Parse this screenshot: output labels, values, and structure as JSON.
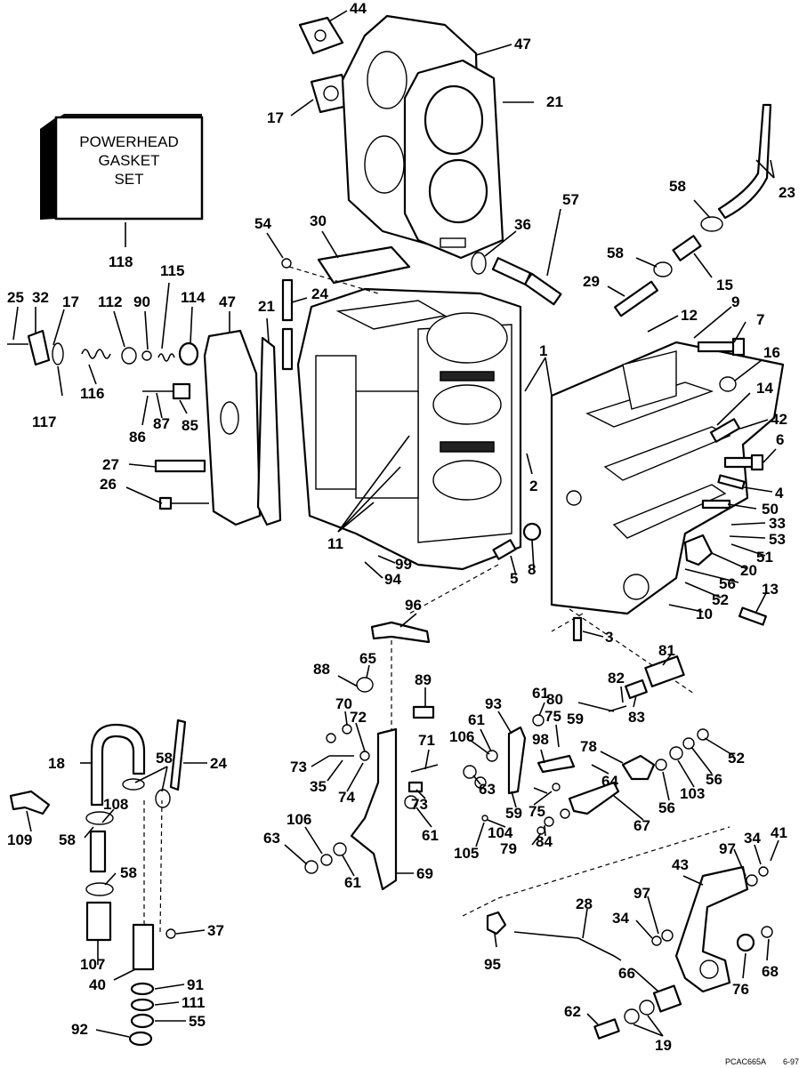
{
  "gasket_box": {
    "line1": "POWERHEAD",
    "line2": "GASKET",
    "line3": "SET"
  },
  "labels": {
    "l44": "44",
    "l47a": "47",
    "l21a": "21",
    "l17a": "17",
    "l23": "23",
    "l58a": "58",
    "l57": "57",
    "l36": "36",
    "l30": "30",
    "l54": "54",
    "l118": "118",
    "l58b": "58",
    "l15": "15",
    "l29": "29",
    "l115": "115",
    "l25": "25",
    "l32": "32",
    "l17b": "17",
    "l112": "112",
    "l90": "90",
    "l114": "114",
    "l47b": "47",
    "l21b": "21",
    "l24a": "24",
    "l12": "12",
    "l9": "9",
    "l7": "7",
    "l1": "1",
    "l116": "116",
    "l117": "117",
    "l16": "16",
    "l14": "14",
    "l86": "86",
    "l87": "87",
    "l85": "85",
    "l42": "42",
    "l6": "6",
    "l27": "27",
    "l2": "2",
    "l26": "26",
    "l4": "4",
    "l50": "50",
    "l33": "33",
    "l53": "53",
    "l11": "11",
    "l99": "99",
    "l51": "51",
    "l8": "8",
    "l94": "94",
    "l20": "20",
    "l5": "5",
    "l56a": "56",
    "l52a": "52",
    "l13": "13",
    "l10": "10",
    "l96": "96",
    "l3": "3",
    "l81": "81",
    "l88": "88",
    "l65": "65",
    "l82": "82",
    "l89": "89",
    "l61a": "61",
    "l80": "80",
    "l83": "83",
    "l70": "70",
    "l93": "93",
    "l75a": "75",
    "l59a": "59",
    "l72": "72",
    "l61b": "61",
    "l52b": "52",
    "l18": "18",
    "l58c": "58",
    "l24b": "24",
    "l106a": "106",
    "l98": "98",
    "l78": "78",
    "l71": "71",
    "l73a": "73",
    "l56b": "56",
    "l35": "35",
    "l74": "74",
    "l64": "64",
    "l63a": "63",
    "l103": "103",
    "l108": "108",
    "l73b": "73",
    "l56c": "56",
    "l109": "109",
    "l59b": "59",
    "l75b": "75",
    "l58d": "58",
    "l61c": "61",
    "l67": "67",
    "l104": "104",
    "l84": "84",
    "l106b": "106",
    "l79": "79",
    "l105": "105",
    "l63b": "63",
    "l41": "41",
    "l97a": "97",
    "l34a": "34",
    "l61d": "61",
    "l69": "69",
    "l43": "43",
    "l58e": "58",
    "l28": "28",
    "l97b": "97",
    "l34b": "34",
    "l37": "37",
    "l107": "107",
    "l95": "95",
    "l68": "68",
    "l40": "40",
    "l66": "66",
    "l76": "76",
    "l91": "91",
    "l111": "111",
    "l62": "62",
    "l55": "55",
    "l92": "92",
    "l19": "19"
  },
  "footer": {
    "code": "PCAC665A",
    "date": "6-97"
  }
}
